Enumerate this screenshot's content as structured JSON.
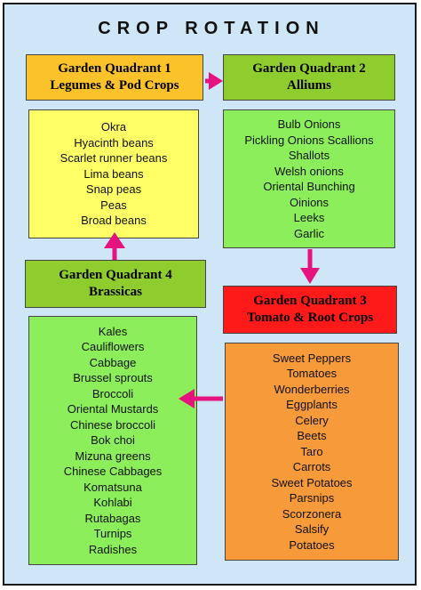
{
  "title": "CROP ROTATION",
  "colors": {
    "background": "#cfe6f7",
    "arrow": "#e6137f",
    "q1_header": "#fbc22a",
    "q2_header": "#8fcc2e",
    "q3_header": "#ff1a1a",
    "q4_header": "#8fcc2e",
    "q1_list": "#ffff66",
    "q2_list": "#8cee5a",
    "q3_list": "#f79a3a",
    "q4_list": "#8cee5a"
  },
  "quadrants": {
    "q1": {
      "header": [
        "Garden Quadrant 1",
        "Legumes & Pod Crops"
      ],
      "crops": [
        "Okra",
        "Hyacinth beans",
        "Scarlet runner beans",
        "Lima beans",
        "Snap peas",
        "Peas",
        "Broad beans"
      ]
    },
    "q2": {
      "header": [
        "Garden Quadrant 2",
        "Alliums"
      ],
      "crops": [
        "Bulb Onions",
        "Pickling Onions Scallions",
        "Shallots",
        "Welsh onions",
        "Oriental Bunching",
        "Oinions",
        "Leeks",
        "Garlic"
      ]
    },
    "q3": {
      "header": [
        "Garden Quadrant 3",
        "Tomato & Root Crops"
      ],
      "crops": [
        "Sweet Peppers",
        "Tomatoes",
        "Wonderberries",
        "Eggplants",
        "Celery",
        "Beets",
        "Taro",
        "Carrots",
        "Sweet Potatoes",
        "Parsnips",
        "Scorzonera",
        "Salsify",
        "Potatoes"
      ]
    },
    "q4": {
      "header": [
        "Garden Quadrant 4",
        "Brassicas"
      ],
      "crops": [
        "Kales",
        "Cauliflowers",
        "Cabbage",
        "Brussel sprouts",
        "Broccoli",
        "Oriental Mustards",
        "Chinese broccoli",
        "Bok choi",
        "Mizuna greens",
        "Chinese Cabbages",
        "Komatsuna",
        "Kohlabi",
        "Rutabagas",
        "Turnips",
        "Radishes"
      ]
    }
  },
  "flow": [
    "q1 → q2",
    "q2 → q3",
    "q3 → q4",
    "q4 → q1"
  ]
}
